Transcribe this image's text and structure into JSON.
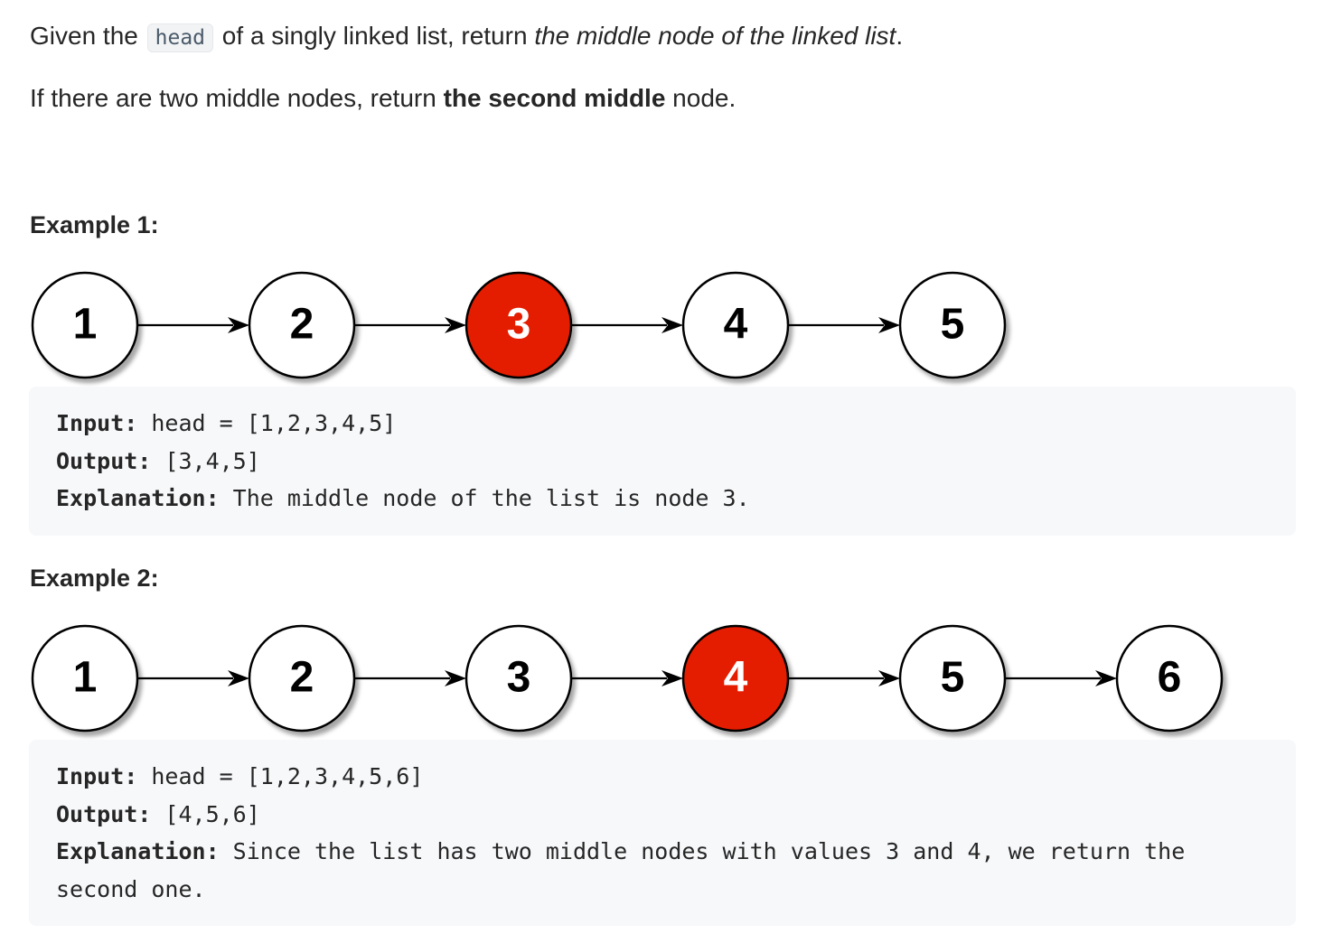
{
  "description": {
    "p1_before": "Given the ",
    "p1_code": "head",
    "p1_after": " of a singly linked list, return ",
    "p1_italic": "the middle node of the linked list",
    "p1_end": ".",
    "p2_before": "If there are two middle nodes, return ",
    "p2_bold": "the second middle",
    "p2_after": " node."
  },
  "colors": {
    "highlight_fill": "#e41e00",
    "node_stroke": "#000000",
    "code_bg": "#f7f8fa"
  },
  "examples": [
    {
      "title": "Example 1:",
      "nodes": [
        "1",
        "2",
        "3",
        "4",
        "5"
      ],
      "highlight_index": 2,
      "input_label": "Input:",
      "input_value": " head = [1,2,3,4,5]",
      "output_label": "Output:",
      "output_value": " [3,4,5]",
      "explanation_label": "Explanation:",
      "explanation_value": " The middle node of the list is node 3."
    },
    {
      "title": "Example 2:",
      "nodes": [
        "1",
        "2",
        "3",
        "4",
        "5",
        "6"
      ],
      "highlight_index": 3,
      "input_label": "Input:",
      "input_value": " head = [1,2,3,4,5,6]",
      "output_label": "Output:",
      "output_value": " [4,5,6]",
      "explanation_label": "Explanation:",
      "explanation_value": " Since the list has two middle nodes with values 3 and 4, we return the second one."
    }
  ]
}
